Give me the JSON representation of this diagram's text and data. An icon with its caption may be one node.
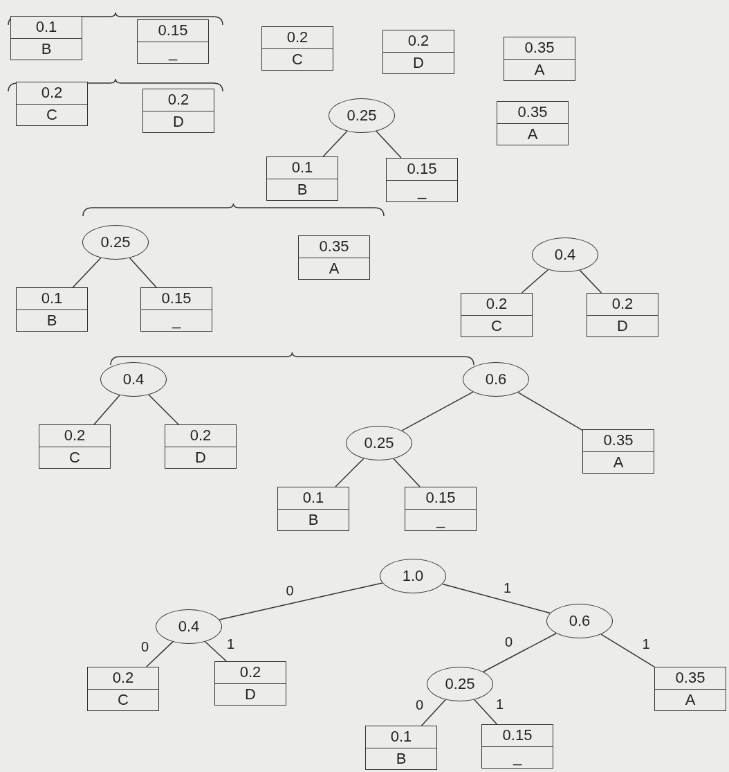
{
  "diagram": {
    "nodes": [
      {
        "text": [
          "0.1",
          "B"
        ]
      },
      {
        "text": [
          "0.15",
          "_"
        ]
      },
      {
        "text": [
          "0.2",
          "C"
        ]
      },
      {
        "text": [
          "0.2",
          "D"
        ]
      },
      {
        "text": [
          "0.35",
          "A"
        ]
      },
      {
        "text": [
          "0.2",
          "C"
        ]
      },
      {
        "text": [
          "0.2",
          "D"
        ]
      },
      {
        "text": [
          "0.25"
        ]
      },
      {
        "text": [
          "0.35",
          "A"
        ]
      },
      {
        "text": [
          "0.1",
          "B"
        ]
      },
      {
        "text": [
          "0.15",
          "_"
        ]
      },
      {
        "text": [
          "0.25"
        ]
      },
      {
        "text": [
          "0.35",
          "A"
        ]
      },
      {
        "text": [
          "0.4"
        ]
      },
      {
        "text": [
          "0.1",
          "B"
        ]
      },
      {
        "text": [
          "0.15",
          "_"
        ]
      },
      {
        "text": [
          "0.2",
          "C"
        ]
      },
      {
        "text": [
          "0.2",
          "D"
        ]
      },
      {
        "text": [
          "0.4"
        ]
      },
      {
        "text": [
          "0.6"
        ]
      },
      {
        "text": [
          "0.25"
        ]
      },
      {
        "text": [
          "0.2",
          "C"
        ]
      },
      {
        "text": [
          "0.2",
          "D"
        ]
      },
      {
        "text": [
          "0.35",
          "A"
        ]
      },
      {
        "text": [
          "0.1",
          "B"
        ]
      },
      {
        "text": [
          "0.15",
          "_"
        ]
      },
      {
        "text": [
          "1.0"
        ]
      },
      {
        "text": [
          "0.4"
        ]
      },
      {
        "text": [
          "0.6"
        ]
      },
      {
        "text": [
          "0.2",
          "C"
        ]
      },
      {
        "text": [
          "0.2",
          "D"
        ]
      },
      {
        "text": [
          "0.25"
        ]
      },
      {
        "text": [
          "0.35",
          "A"
        ]
      },
      {
        "text": [
          "0.1",
          "B"
        ]
      },
      {
        "text": [
          "0.15",
          "_"
        ]
      }
    ],
    "edges": [
      {
        "from": 7,
        "to": 9,
        "arrow": "none"
      },
      {
        "from": 7,
        "to": 10,
        "arrow": "none"
      },
      {
        "from": 11,
        "to": 14,
        "arrow": "none"
      },
      {
        "from": 11,
        "to": 15,
        "arrow": "none"
      },
      {
        "from": 13,
        "to": 16,
        "arrow": "none"
      },
      {
        "from": 13,
        "to": 17,
        "arrow": "none"
      },
      {
        "from": 18,
        "to": 21,
        "arrow": "none"
      },
      {
        "from": 18,
        "to": 22,
        "arrow": "none"
      },
      {
        "from": 19,
        "to": 20,
        "arrow": "none"
      },
      {
        "from": 19,
        "to": 23,
        "arrow": "none"
      },
      {
        "from": 20,
        "to": 24,
        "arrow": "none"
      },
      {
        "from": 20,
        "to": 25,
        "arrow": "none"
      },
      {
        "from": 26,
        "to": 27,
        "arrow": "none",
        "label": "0"
      },
      {
        "from": 26,
        "to": 28,
        "arrow": "none",
        "label": "1"
      },
      {
        "from": 27,
        "to": 29,
        "arrow": "none",
        "label": "0"
      },
      {
        "from": 27,
        "to": 30,
        "arrow": "none",
        "label": "1"
      },
      {
        "from": 28,
        "to": 31,
        "arrow": "none",
        "label": "0"
      },
      {
        "from": 28,
        "to": 32,
        "arrow": "none",
        "label": "1"
      },
      {
        "from": 31,
        "to": 33,
        "arrow": "none",
        "label": "0"
      },
      {
        "from": 31,
        "to": 34,
        "arrow": "none",
        "label": "1"
      }
    ]
  }
}
